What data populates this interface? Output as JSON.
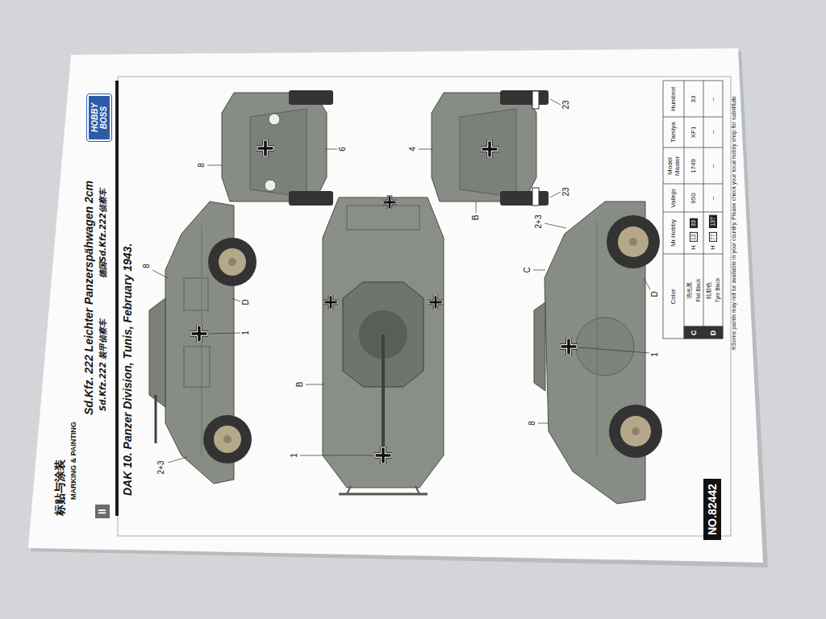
{
  "diagram": {
    "title": "Sd.Kfz. 222 Leichter Panzerspähwagen 2cm",
    "nodes": [
      {
        "text": [
          "HOBBY BOSS"
        ]
      },
      {
        "text": [
          "II"
        ]
      },
      {
        "text": [
          "NO.82442"
        ]
      }
    ],
    "labels": [
      "标贴与涂装",
      "MARKING & PAINTING",
      "Sd.Kfz.222 装甲侦察车",
      "德国Sd.Kfz.222侦察车",
      "DAK 10. Panzer Division, Tunis, February 1943.",
      "8",
      "D",
      "1",
      "2+3",
      "8",
      "6",
      "B",
      "1",
      "4",
      "23",
      "23",
      "B",
      "2+3",
      "C",
      "D",
      "1",
      "8",
      "Color",
      "Mr.Hobby",
      "Vallejo",
      "Model Master",
      "Tamiya",
      "Humbrol",
      "C",
      "消光黑",
      "Flat Black",
      "H",
      "12",
      "33",
      "950",
      "1749",
      "XF1",
      "33",
      "D",
      "轮胎色",
      "Tyre Black",
      "H",
      "77",
      "137",
      "–",
      "–",
      "–",
      "–",
      "※Some paints may not be available in your country. Please check your local hobby shop for substitute"
    ]
  }
}
